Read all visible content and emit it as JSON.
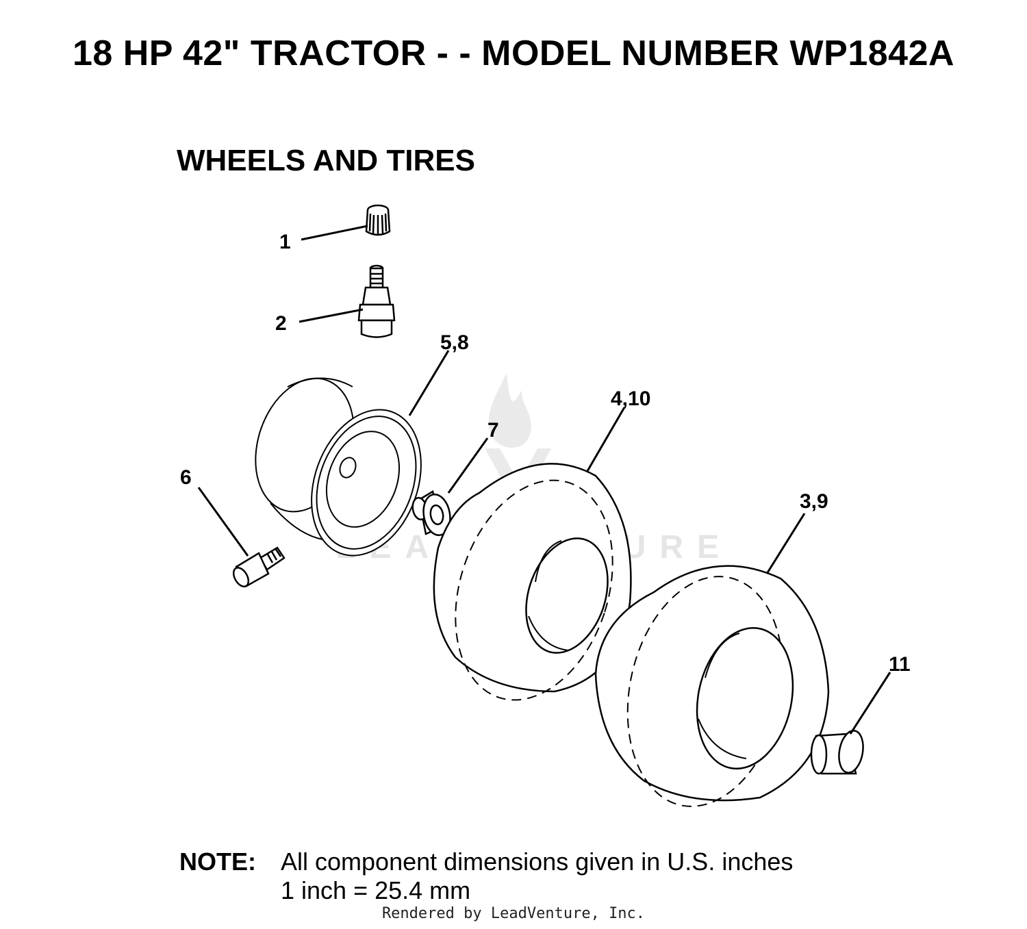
{
  "title": "18 HP 42\" TRACTOR - - MODEL NUMBER WP1842A",
  "section_title": "WHEELS AND TIRES",
  "callouts": {
    "c1": "1",
    "c2": "2",
    "c58": "5,8",
    "c6": "6",
    "c7": "7",
    "c410": "4,10",
    "c39": "3,9",
    "c11": "11"
  },
  "parts": {
    "p1": "valve-cap",
    "p2": "valve-stem",
    "p58": "wheel-rim",
    "p6": "grease-fitting",
    "p7": "bushing",
    "p410": "front-tire",
    "p39": "rear-tire",
    "p11": "hub-cap"
  },
  "watermark": "LEADVENTURE",
  "note": {
    "label": "NOTE:",
    "line1": "All component dimensions given in U.S. inches",
    "line2": "1 inch = 25.4 mm"
  },
  "footer": "Rendered by LeadVenture, Inc."
}
